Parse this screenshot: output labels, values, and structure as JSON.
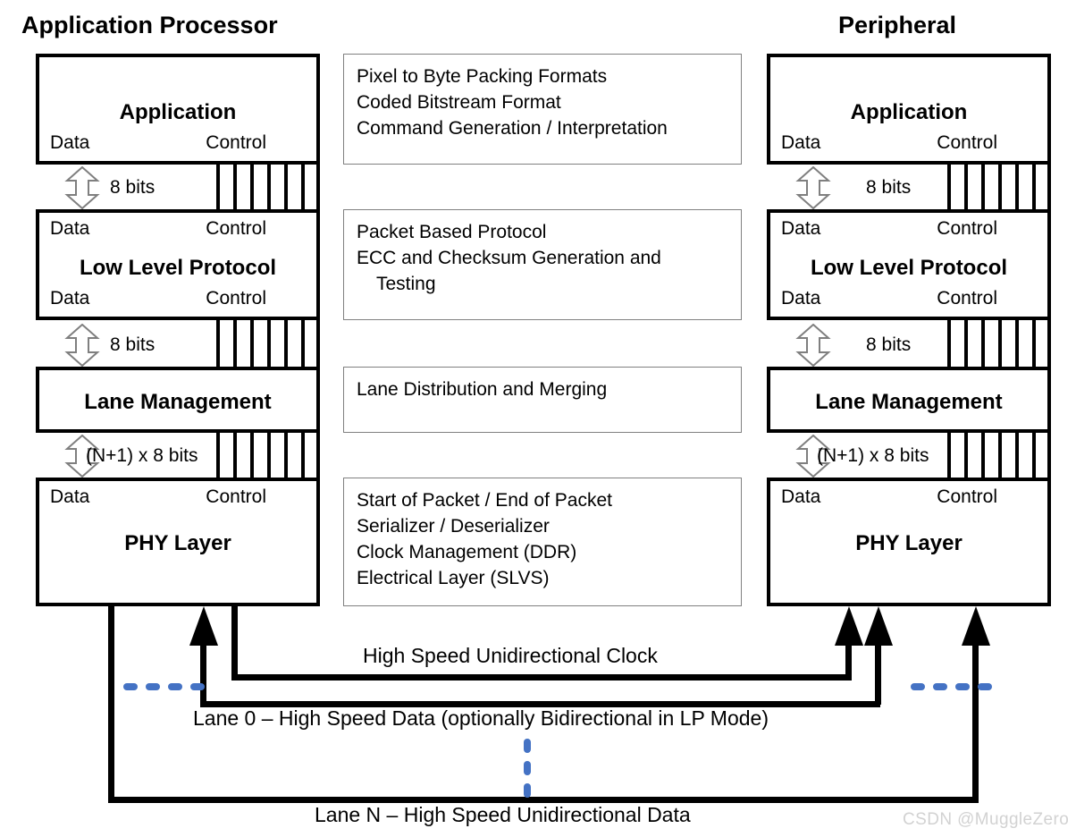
{
  "diagram": {
    "title_left": "Application Processor",
    "title_right": "Peripheral",
    "port_data": "Data",
    "port_control": "Control",
    "layers": [
      {
        "name": "Application",
        "key": "application"
      },
      {
        "name": "Low Level Protocol",
        "key": "low-level-protocol"
      },
      {
        "name": "Lane Management",
        "key": "lane-management"
      },
      {
        "name": "PHY Layer",
        "key": "phy-layer"
      }
    ],
    "bitwidths": {
      "app_to_llp": "8 bits",
      "llp_to_lane": "8 bits",
      "lane_to_phy": "(N+1) x 8 bits"
    },
    "descriptions": [
      {
        "key": "application-desc",
        "lines": [
          {
            "text": "Pixel to Byte Packing Formats",
            "indent": false
          },
          {
            "text": "Coded Bitstream Format",
            "indent": false
          },
          {
            "text": "Command Generation / Interpretation",
            "indent": false
          }
        ]
      },
      {
        "key": "low-level-protocol-desc",
        "lines": [
          {
            "text": "Packet Based Protocol",
            "indent": false
          },
          {
            "text": "ECC and Checksum Generation and",
            "indent": false
          },
          {
            "text": "Testing",
            "indent": true
          }
        ]
      },
      {
        "key": "lane-management-desc",
        "lines": [
          {
            "text": "Lane Distribution and Merging",
            "indent": false
          }
        ]
      },
      {
        "key": "phy-layer-desc",
        "lines": [
          {
            "text": "Start of Packet / End of Packet",
            "indent": false
          },
          {
            "text": "Serializer / Deserializer",
            "indent": false
          },
          {
            "text": "Clock Management (DDR)",
            "indent": false
          },
          {
            "text": "Electrical Layer (SLVS)",
            "indent": false
          }
        ]
      }
    ],
    "links": [
      {
        "key": "clock-link",
        "label": "High Speed Unidirectional Clock"
      },
      {
        "key": "lane0-link",
        "label": "Lane 0 – High Speed Data (optionally Bidirectional in LP Mode)"
      },
      {
        "key": "laneN-link",
        "label": "Lane N – High Speed Unidirectional Data"
      }
    ],
    "watermark": "CSDN @MuggleZero",
    "colors": {
      "line": "#000000",
      "desc_border": "#808080",
      "ellipsis": "#4472C4",
      "watermark": "#D2D2D2"
    }
  }
}
